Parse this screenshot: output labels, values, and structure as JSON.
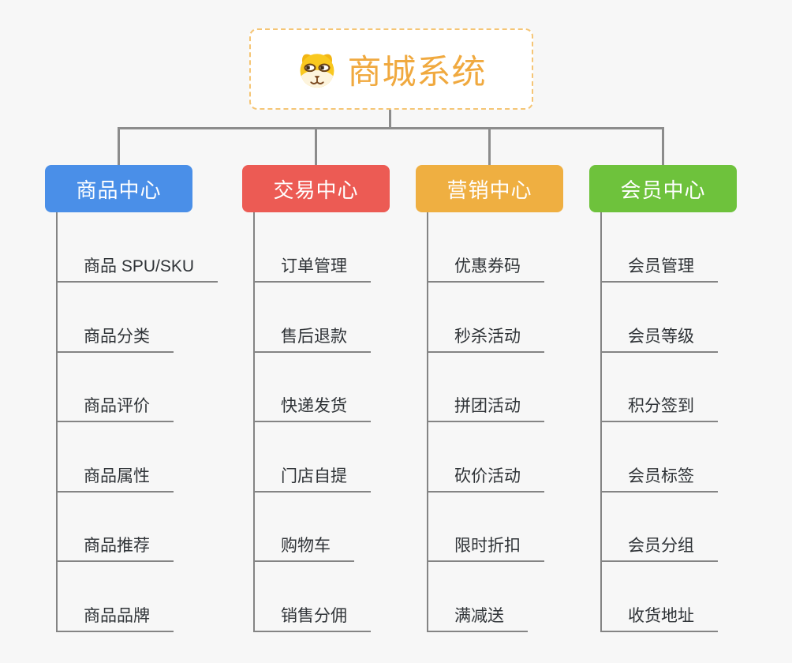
{
  "root": {
    "title": "商城系统",
    "icon": "dog-face-icon",
    "accent_color": "#f0a93f",
    "border_color": "#f5c575",
    "fill_color": "#ffffff"
  },
  "branches": [
    {
      "label": "商品中心",
      "color": "#4a8fe8",
      "children": [
        "商品 SPU/SKU",
        "商品分类",
        "商品评价",
        "商品属性",
        "商品推荐",
        "商品品牌"
      ]
    },
    {
      "label": "交易中心",
      "color": "#ec5b54",
      "children": [
        "订单管理",
        "售后退款",
        "快递发货",
        "门店自提",
        "购物车",
        "销售分佣"
      ]
    },
    {
      "label": "营销中心",
      "color": "#efaf41",
      "children": [
        "优惠券码",
        "秒杀活动",
        "拼团活动",
        "砍价活动",
        "限时折扣",
        "满减送"
      ]
    },
    {
      "label": "会员中心",
      "color": "#6ec23c",
      "children": [
        "会员管理",
        "会员等级",
        "积分签到",
        "会员标签",
        "会员分组",
        "收货地址"
      ]
    }
  ],
  "colors": {
    "connector": "#8c8c8c",
    "underline": "#848484",
    "child_text": "#2f3337",
    "background": "#f7f7f7"
  },
  "icon_colors": {
    "head": "#f9c81f",
    "ears": "#f2b513",
    "muzzle": "#fdf4dd",
    "features": "#7c4a21",
    "pupils": "#3c2a14"
  }
}
